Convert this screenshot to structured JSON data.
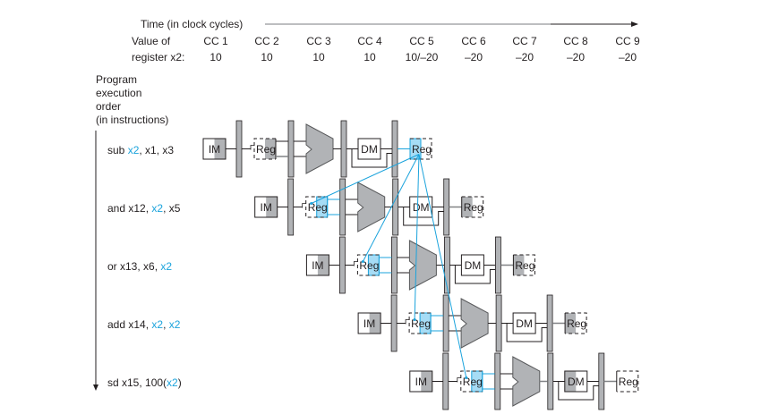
{
  "header": {
    "time_label": "Time (in clock cycles)",
    "value_label_line1": "Value of",
    "value_label_line2": "register x2:",
    "clock_cycles": [
      "CC 1",
      "CC 2",
      "CC 3",
      "CC 4",
      "CC 5",
      "CC 6",
      "CC 7",
      "CC 8",
      "CC 9"
    ],
    "register_values": [
      "10",
      "10",
      "10",
      "10",
      "10/–20",
      "–20",
      "–20",
      "–20",
      "–20"
    ]
  },
  "axis": {
    "label_lines": [
      "Program",
      "execution",
      "order",
      "(in instructions)"
    ]
  },
  "units": {
    "im": "IM",
    "reg": "Reg",
    "dm": "DM"
  },
  "colors": {
    "highlight": "#1ba3dc",
    "highlight_fill": "#a6dcf5",
    "gray": "#b1b3b6",
    "line": "#231f20"
  },
  "instructions": [
    {
      "parts": [
        {
          "t": "sub ",
          "h": false
        },
        {
          "t": "x2",
          "h": true
        },
        {
          "t": ", x1, x3",
          "h": false
        }
      ],
      "id_reg_highlight": false,
      "wb": "forward-source",
      "dm_mode": "none"
    },
    {
      "parts": [
        {
          "t": "and x12, ",
          "h": false
        },
        {
          "t": "x2",
          "h": true
        },
        {
          "t": ", x5",
          "h": false
        }
      ],
      "id_reg_highlight": true,
      "wb": "write",
      "dm_mode": "none"
    },
    {
      "parts": [
        {
          "t": "or x13, x6, ",
          "h": false
        },
        {
          "t": "x2",
          "h": true
        }
      ],
      "id_reg_highlight": true,
      "wb": "write",
      "dm_mode": "none"
    },
    {
      "parts": [
        {
          "t": "add x14, ",
          "h": false
        },
        {
          "t": "x2",
          "h": true
        },
        {
          "t": ", ",
          "h": false
        },
        {
          "t": "x2",
          "h": true
        }
      ],
      "id_reg_highlight": true,
      "wb": "write",
      "dm_mode": "none"
    },
    {
      "parts": [
        {
          "t": "sd x15, 100(",
          "h": false
        },
        {
          "t": "x2",
          "h": true
        },
        {
          "t": ")",
          "h": false
        }
      ],
      "id_reg_highlight": true,
      "wb": "none",
      "dm_mode": "write"
    }
  ],
  "dependencies": [
    {
      "from": 0,
      "to": 1
    },
    {
      "from": 0,
      "to": 2
    },
    {
      "from": 0,
      "to": 3
    },
    {
      "from": 0,
      "to": 4
    }
  ]
}
